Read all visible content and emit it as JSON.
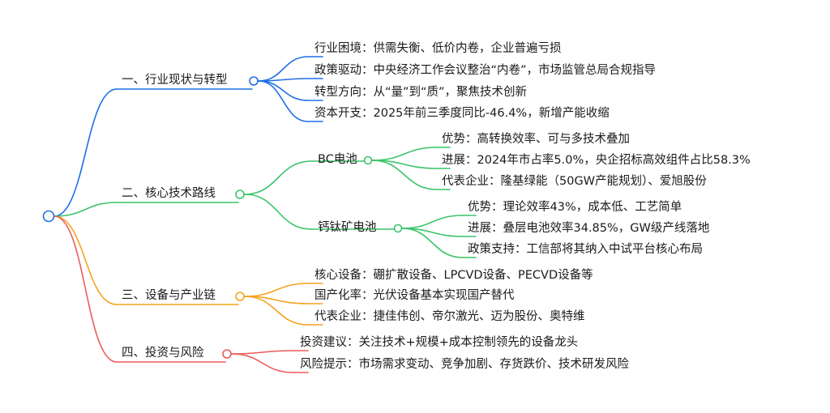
{
  "root": {
    "color": "#1f6fe5"
  },
  "branches": [
    {
      "label": "一、行业现状与转型",
      "color": "#1f6fe5",
      "children": [
        {
          "label": "行业困境：供需失衡、低价内卷，企业普遍亏损"
        },
        {
          "label": "政策驱动：中央经济工作会议整治“内卷”，市场监管总局合规指导"
        },
        {
          "label": "转型方向：从“量”到“质”，聚焦技术创新"
        },
        {
          "label": "资本开支：2025年前三季度同比-46.4%，新增产能收缩"
        }
      ]
    },
    {
      "label": "二、核心技术路线",
      "color": "#3cc46a",
      "children": [
        {
          "label": "BC电池",
          "children": [
            {
              "label": "优势：高转换效率、可与多技术叠加"
            },
            {
              "label": "进展：2024年市占率5.0%，央企招标高效组件占比58.3%"
            },
            {
              "label": "代表企业：隆基绿能（50GW产能规划）、爱旭股份"
            }
          ]
        },
        {
          "label": "钙钛矿电池",
          "children": [
            {
              "label": "优势：理论效率43%，成本低、工艺简单"
            },
            {
              "label": "进展：叠层电池效率34.85%，GW级产线落地"
            },
            {
              "label": "政策支持：工信部将其纳入中试平台核心布局"
            }
          ]
        }
      ]
    },
    {
      "label": "三、设备与产业链",
      "color": "#f5a21c",
      "children": [
        {
          "label": "核心设备：硼扩散设备、LPCVD设备、PECVD设备等"
        },
        {
          "label": "国产化率：光伏设备基本实现国产替代"
        },
        {
          "label": "代表企业：捷佳伟创、帝尔激光、迈为股份、奥特维"
        }
      ]
    },
    {
      "label": "四、投资与风险",
      "color": "#ec5b5b",
      "children": [
        {
          "label": "投资建议：关注技术+规模+成本控制领先的设备龙头"
        },
        {
          "label": "风险提示：市场需求变动、竞争加剧、存货跌价、技术研发风险"
        }
      ]
    }
  ]
}
